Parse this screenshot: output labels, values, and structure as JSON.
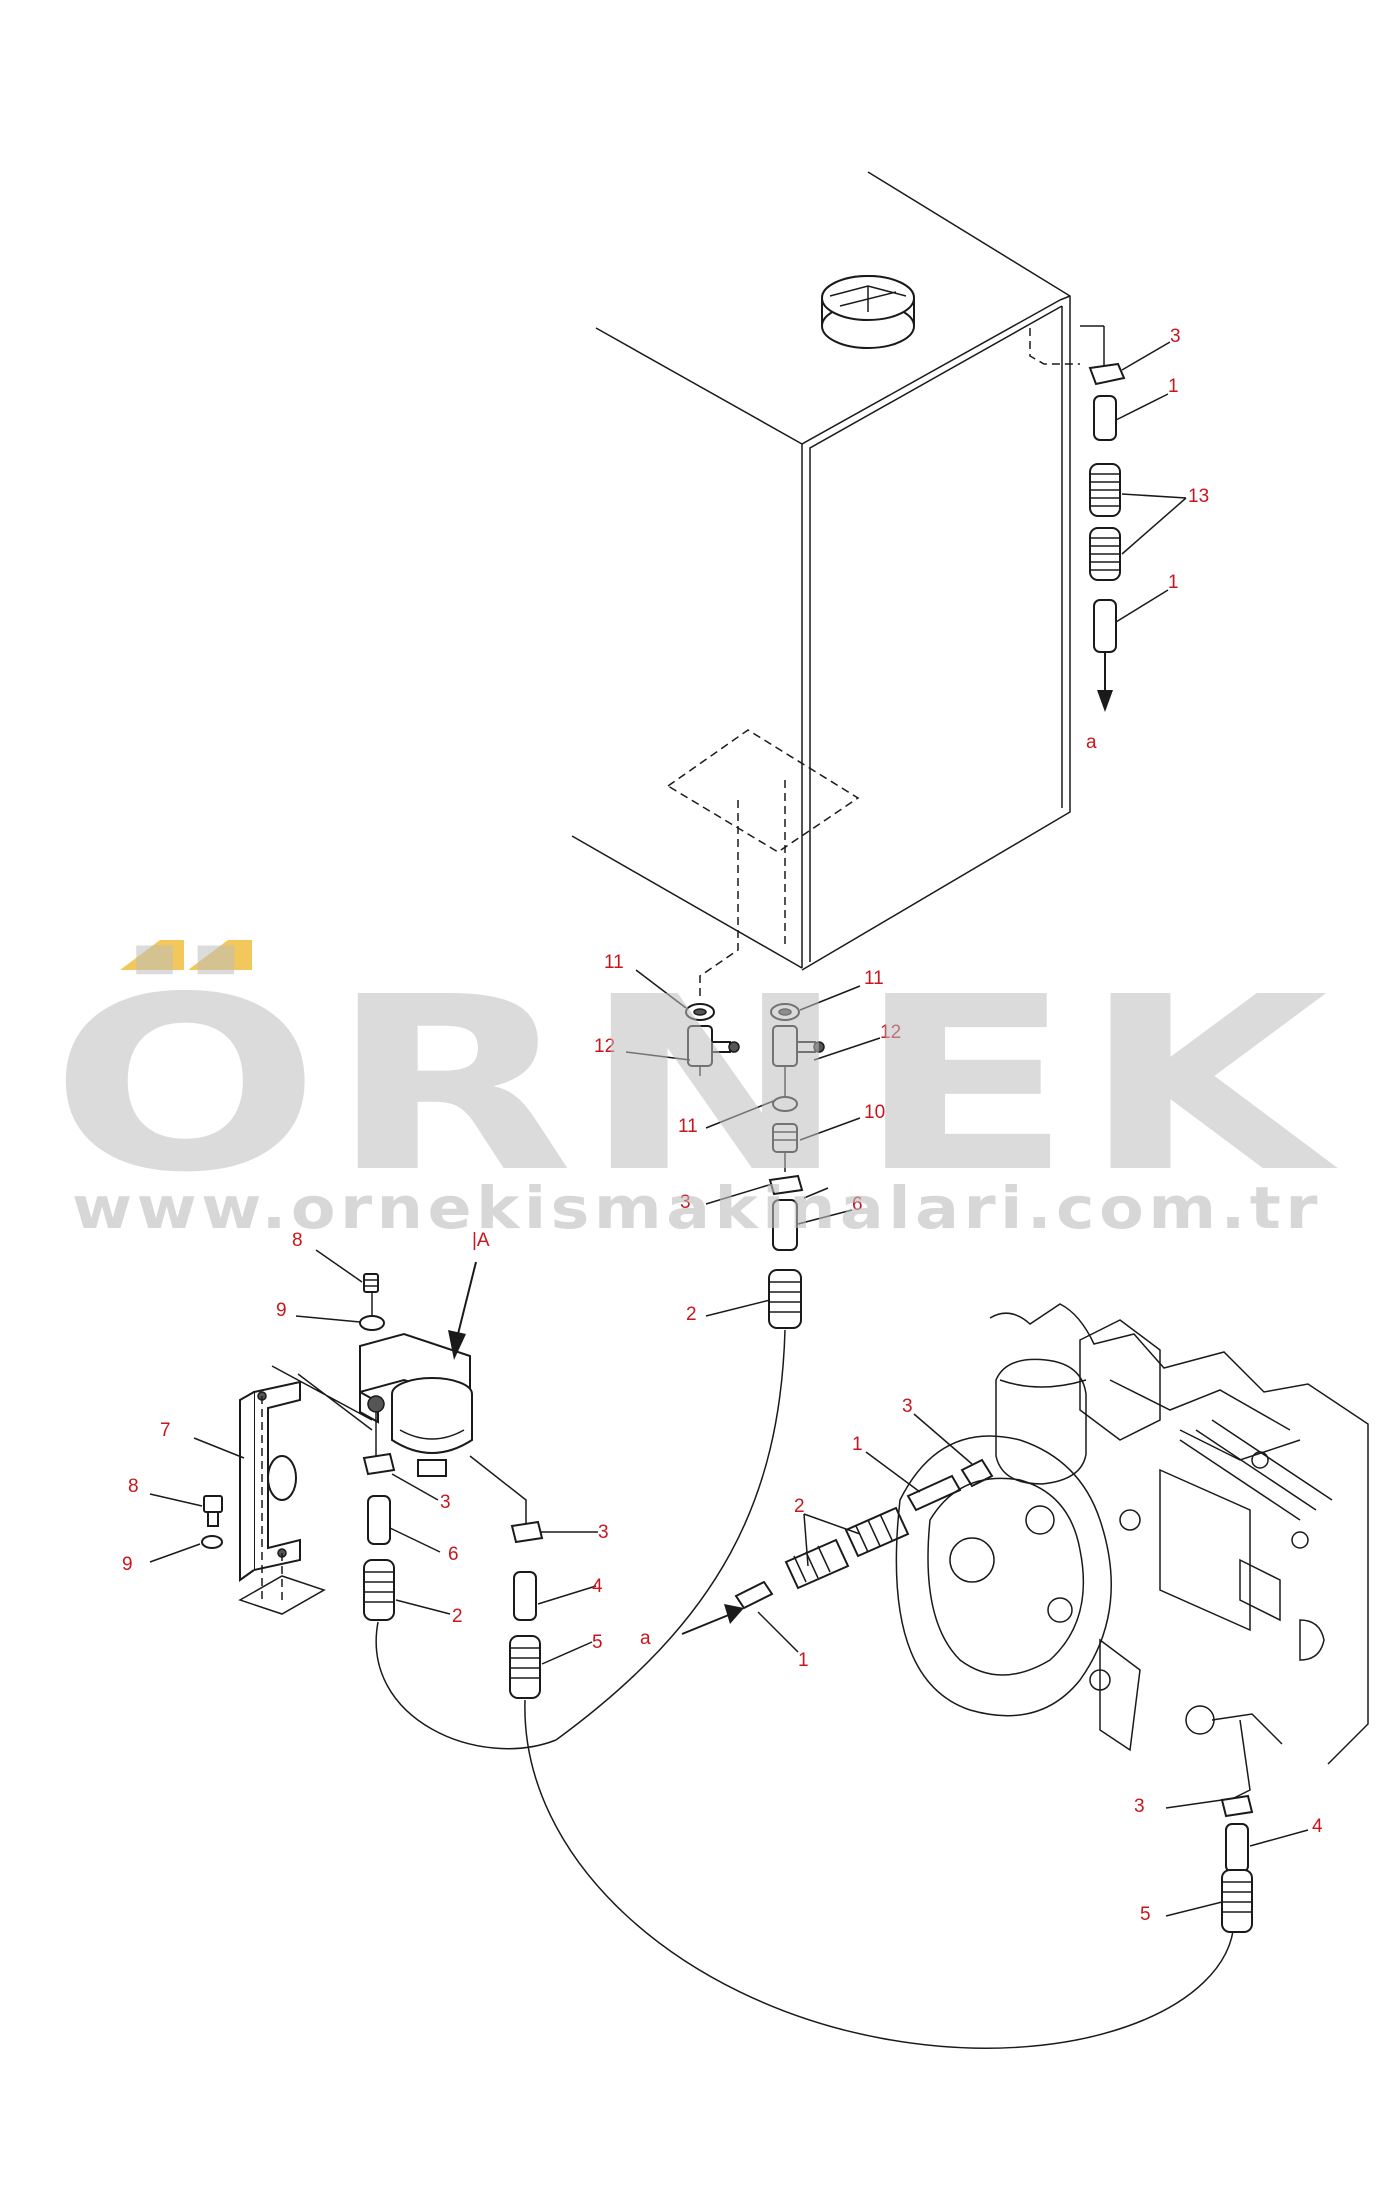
{
  "watermark": {
    "brand": "ÖRNEK",
    "url": "www.ornekismakinalari.com.tr",
    "colors": {
      "text": "#bdbdbd",
      "accent": "#f2c75c"
    }
  },
  "callout_color": "#c8161d",
  "labels": {
    "tank_right_3": "3",
    "tank_right_1_top": "1",
    "tank_right_13": "13",
    "tank_right_1_bottom": "1",
    "tank_right_a": "a",
    "valve_left_11": "11",
    "valve_left_12": "12",
    "valve_right_11_top": "11",
    "valve_right_12": "12",
    "valve_right_11_bottom": "11",
    "valve_right_10": "10",
    "line_3": "3",
    "line_6": "6",
    "line_2": "2",
    "filter_view_A": "|A",
    "filter_8_top": "8",
    "filter_9_top": "9",
    "bracket_7": "7",
    "bracket_8": "8",
    "bracket_9": "9",
    "filter_out_3": "3",
    "filter_out_6": "6",
    "filter_out_2": "2",
    "filter_in_3": "3",
    "filter_in_4": "4",
    "filter_in_5": "5",
    "center_a": "a",
    "center_1_bottom": "1",
    "center_2": "2",
    "center_1_top": "1",
    "engine_3_top": "3",
    "engine_3_bottom": "3",
    "engine_4": "4",
    "engine_5": "5"
  }
}
